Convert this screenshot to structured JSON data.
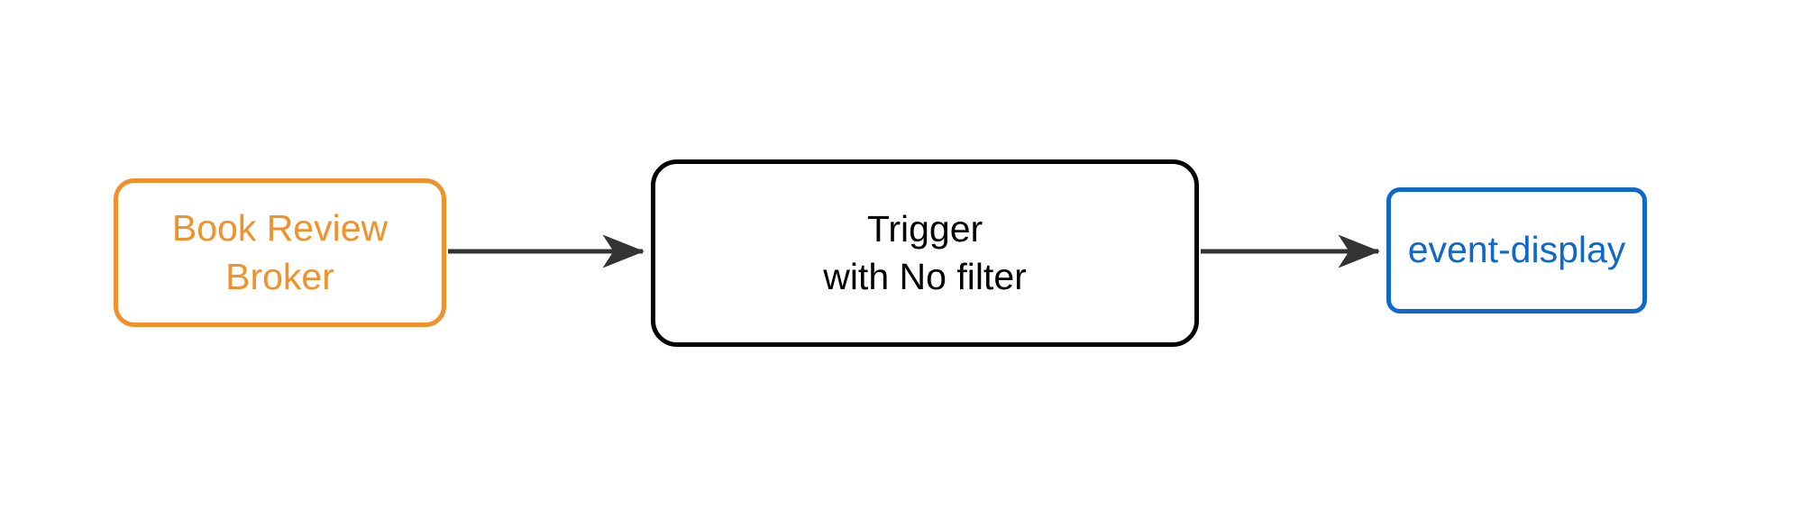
{
  "diagram": {
    "type": "flowchart",
    "direction": "left-to-right",
    "background_color": "#ffffff",
    "nodes": [
      {
        "id": "broker",
        "label": "Book Review\nBroker",
        "line1": "Book Review",
        "line2": "Broker",
        "shape": "rounded-rectangle",
        "border_color": "#F0922B",
        "text_color": "#F0922B",
        "fill_color": "#ffffff"
      },
      {
        "id": "trigger",
        "label": "Trigger\nwith No filter",
        "line1": "Trigger",
        "line2": "with No filter",
        "shape": "rounded-rectangle",
        "border_color": "#000000",
        "text_color": "#000000",
        "fill_color": "#ffffff"
      },
      {
        "id": "event-display",
        "label": "event-display",
        "line1": "event-display",
        "shape": "rounded-rectangle",
        "border_color": "#1068C8",
        "text_color": "#1068C8",
        "fill_color": "#ffffff"
      }
    ],
    "edges": [
      {
        "id": "edge-broker-trigger",
        "from": "broker",
        "to": "trigger",
        "label": "",
        "color": "#333333",
        "arrowhead": "filled-dart"
      },
      {
        "id": "edge-trigger-display",
        "from": "trigger",
        "to": "event-display",
        "label": "",
        "color": "#333333",
        "arrowhead": "filled-dart"
      }
    ]
  }
}
